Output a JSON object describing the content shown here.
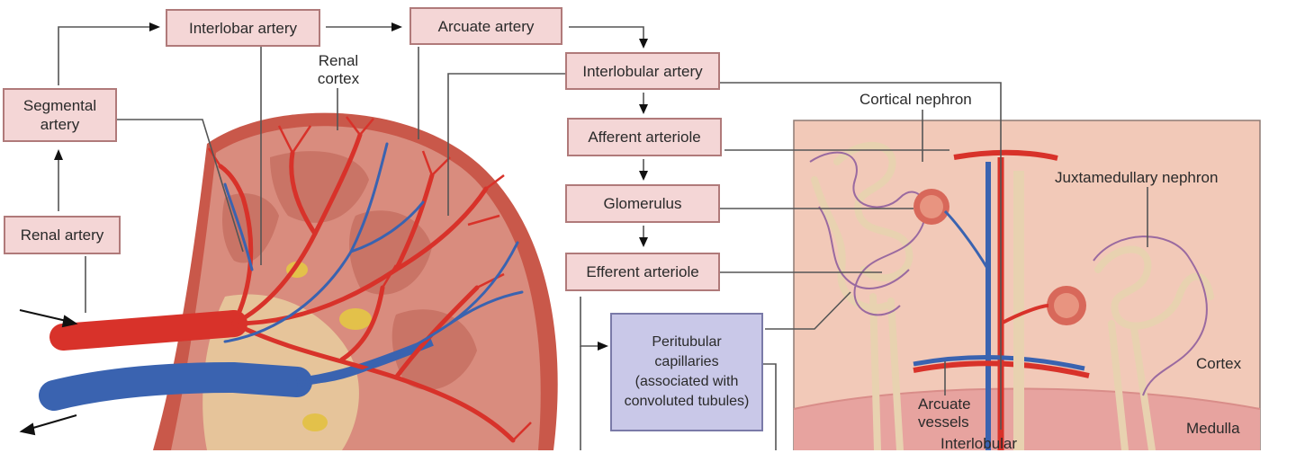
{
  "flow_boxes": {
    "interlobar_artery": "Interlobar artery",
    "arcuate_artery": "Arcuate artery",
    "segmental_artery": "Segmental artery",
    "interlobular_artery": "Interlobular artery",
    "afferent_arteriole": "Afferent arteriole",
    "glomerulus": "Glomerulus",
    "renal_artery": "Renal artery",
    "efferent_arteriole": "Efferent arteriole",
    "peritubular_capillaries": "Peritubular capillaries (associated with convoluted tubules)"
  },
  "labels": {
    "renal_cortex": "Renal cortex",
    "cortical_nephron": "Cortical nephron",
    "juxtamedullary_nephron": "Juxtamedullary nephron",
    "cortex": "Cortex",
    "arcuate_vessels": "Arcuate vessels",
    "medulla": "Medulla",
    "interlobular_cut": "Interlobular"
  },
  "colors": {
    "box_fill": "#f4d6d6",
    "box_border": "#b07a7a",
    "blue_box_fill": "#c9c8e8",
    "artery_red": "#d8322a",
    "vein_blue": "#3a63b0",
    "kidney_tissue": "#d98c7e",
    "nephron_panel": "#f2c9b8"
  }
}
